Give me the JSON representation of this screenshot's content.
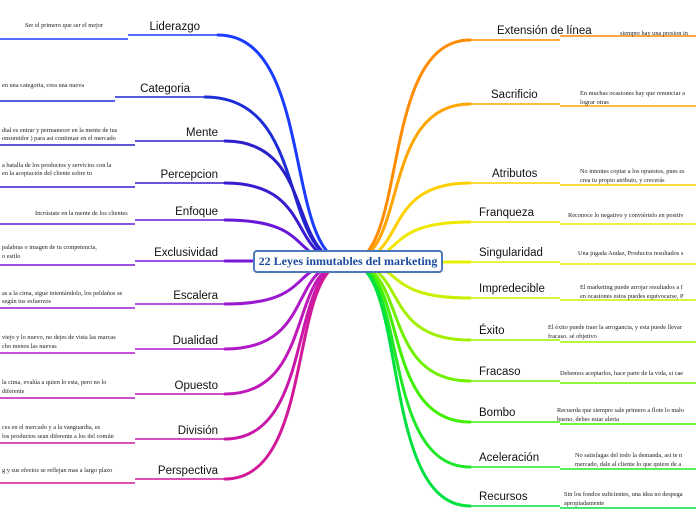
{
  "central": "22 Leyes inmutables del marketing",
  "left_branches": [
    {
      "label": "Liderazgo",
      "desc": [
        "Ser el primero que ser el mejor"
      ],
      "color": "#1a3cff"
    },
    {
      "label": "Categoria",
      "desc": [
        "en una categoria, crea una nueva"
      ],
      "color": "#1c2cd6"
    },
    {
      "label": "Mente",
      "desc": [
        "dial es entrar y permanecer en la mente de tus",
        "onsumidor ) para asi continuar en el mercado"
      ],
      "color": "#2a1fc8"
    },
    {
      "label": "Percepcion",
      "desc": [
        "a batalla de los productos y servicios con la",
        "en la aceptación del cliente sobre tu"
      ],
      "color": "#3a1ad0"
    },
    {
      "label": "Enfoque",
      "desc": [
        "Incrústate en la mente de los clientes"
      ],
      "color": "#6a18d8"
    },
    {
      "label": "Exclusividad",
      "desc": [
        "palabras o imagen de tu competencia,",
        "o estilo"
      ],
      "color": "#7a18d8"
    },
    {
      "label": "Escalera",
      "desc": [
        "as a la cima, sigue intentándolo, los peldaños se",
        "según tus esfuerzos"
      ],
      "color": "#9a18d0"
    },
    {
      "label": "Dualidad",
      "desc": [
        "viejo y lo nuevo, no dejes de vista las marcas",
        "cho menos las nuevas"
      ],
      "color": "#b018c8"
    },
    {
      "label": "Opuesto",
      "desc": [
        "la cima, evalúa a quien lo esta, pero no lo",
        "diferente"
      ],
      "color": "#c018b8"
    },
    {
      "label": "División",
      "desc": [
        "ces en el mercado y a la vanguardia, es",
        "los productos sean diferente a los del común"
      ],
      "color": "#c818a8"
    },
    {
      "label": "Perspectiva",
      "desc": [
        "g y sus efectos se reflejan mas a largo plazo"
      ],
      "color": "#d01898"
    }
  ],
  "right_branches": [
    {
      "label": "Extensión de línea",
      "desc": [
        "siempre hay una presion in"
      ],
      "color": "#ff8c00"
    },
    {
      "label": "Sacrificio",
      "desc": [
        "En muchas ocasiones hay que renunciar a",
        "lograr otras"
      ],
      "color": "#ffa500"
    },
    {
      "label": "Atributos",
      "desc": [
        "No intentes copiar a los opuestos, pues es",
        "crea tu propio atributo, y crecerás"
      ],
      "color": "#ffd000"
    },
    {
      "label": "Franqueza",
      "desc": [
        "Reconoce lo negativo y conviértelo en positiv"
      ],
      "color": "#f0e800"
    },
    {
      "label": "Singularidad",
      "desc": [
        "Una jugada Audaz, Producira resultados s"
      ],
      "color": "#e8f000"
    },
    {
      "label": "Impredecible",
      "desc": [
        "El marketing puede arrojar resultados a f",
        "en ocasiones estos puedes equivocarse, P"
      ],
      "color": "#c8f000"
    },
    {
      "label": "Éxito",
      "desc": [
        "El éxito puede traer la arrogancia, y esta puede llevar",
        "fracaso. sé objetivo"
      ],
      "color": "#a0f000"
    },
    {
      "label": "Fracaso",
      "desc": [
        "Debemos aceptarlos, hace parte de la vida, si cae"
      ],
      "color": "#70f000"
    },
    {
      "label": "Bombo",
      "desc": [
        "Recuerda que siempre sale primero a flote lo malo",
        "bueno, debes estar alerta"
      ],
      "color": "#40f000"
    },
    {
      "label": "Aceleración",
      "desc": [
        "No satisfagas del todo la demanda, asi te n",
        "mercado, dale al cliente lo que quiere de a"
      ],
      "color": "#20e828"
    },
    {
      "label": "Recursos",
      "desc": [
        "Sin los fondos suficientes, una idea no despega",
        "apropiadamente"
      ],
      "color": "#00e040"
    }
  ]
}
